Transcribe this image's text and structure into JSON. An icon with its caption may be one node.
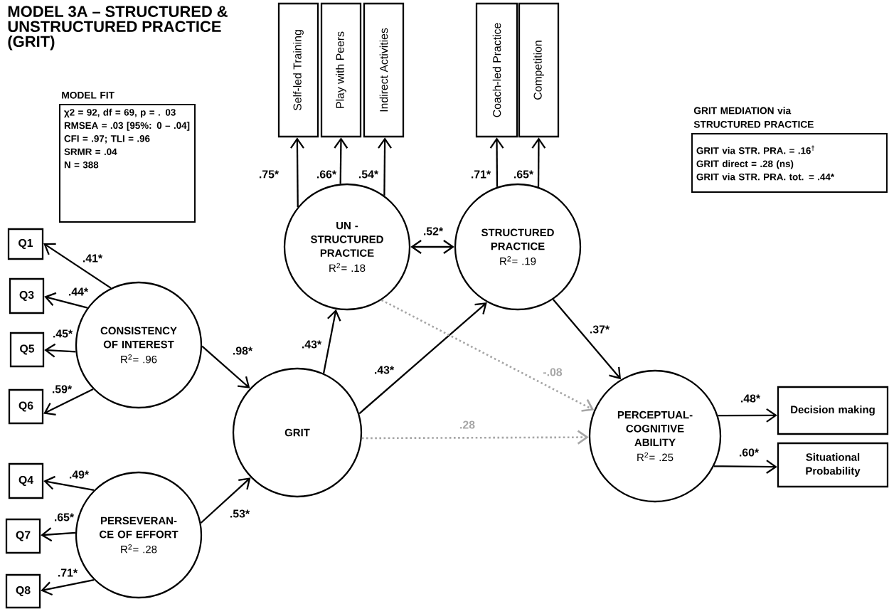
{
  "diagram": {
    "title": "MODEL 3A – STRUCTURED & UNSTRUCTURED PRACTICE (GRIT)",
    "nodes": [
      {
        "text": [
          "MODEL FIT",
          "χ2 = 92, df = 69, p = . 03",
          "RMSEA = .03 [95%: 0 – .04]",
          "CFI = .97; TLI = .96",
          "SRMR = .04",
          "N = 388"
        ]
      },
      {
        "text": [
          "Self-led Training"
        ]
      },
      {
        "text": [
          "Play with Peers"
        ]
      },
      {
        "text": [
          "Indirect Activities"
        ]
      },
      {
        "text": [
          "Coach-led Practice"
        ]
      },
      {
        "text": [
          "Competition"
        ]
      },
      {
        "text": [
          "GRIT MEDIATION via STRUCTURED PRACTICE",
          "GRIT via STR. PRA. = .16$^{†}$",
          "GRIT direct  = .28 (ns)",
          "GRIT via STR. PRA. tot. = .44*"
        ]
      },
      {
        "text": [
          "Q1"
        ]
      },
      {
        "text": [
          "UN - STRUCTURED PRACTICE",
          "R$^{2}$= .18"
        ]
      },
      {
        "text": [
          "STRUCTURED PRACTICE",
          "R$^{2}$= .19"
        ]
      },
      {
        "text": [
          "Q3"
        ]
      },
      {
        "text": [
          "CONSISTENCY OF INTEREST",
          "R$^{2}$= .96"
        ]
      },
      {
        "text": [
          "Q5"
        ]
      },
      {
        "text": [
          "Q6"
        ]
      },
      {
        "text": [
          "GRIT"
        ]
      },
      {
        "text": [
          "PERCEPTUAL- COGNITIVE ABILITY",
          "R$^{2}$= .25"
        ]
      },
      {
        "text": [
          "Decision making"
        ]
      },
      {
        "text": [
          "Situational Probability"
        ]
      },
      {
        "text": [
          "Q4"
        ]
      },
      {
        "text": [
          "PERSEVERAN- CE OF EFFORT",
          "R$^{2}$= .28"
        ]
      },
      {
        "text": [
          "Q7"
        ]
      },
      {
        "text": [
          "Q8"
        ]
      }
    ],
    "edges": [
      {
        "from": 8,
        "to": 1,
        "arrow": "to",
        "label": ".75*"
      },
      {
        "from": 8,
        "to": 2,
        "arrow": "to",
        "label": ".66*"
      },
      {
        "from": 8,
        "to": 3,
        "arrow": "to",
        "label": ".54*"
      },
      {
        "from": 9,
        "to": 4,
        "arrow": "to",
        "label": ".71*"
      },
      {
        "from": 9,
        "to": 5,
        "arrow": "to",
        "label": ".65*"
      },
      {
        "from": 11,
        "to": 7,
        "arrow": "to",
        "label": ".41*"
      },
      {
        "from": 8,
        "to": 9,
        "arrow": "both",
        "label": ".52*"
      },
      {
        "from": 11,
        "to": 10,
        "arrow": "to",
        "label": ".44*"
      },
      {
        "from": 11,
        "to": 12,
        "arrow": "to",
        "label": ".45*"
      },
      {
        "from": 11,
        "to": 13,
        "arrow": "to",
        "label": ".59*"
      },
      {
        "from": 11,
        "to": 14,
        "arrow": "to",
        "label": ".98*"
      },
      {
        "from": 14,
        "to": 8,
        "arrow": "to",
        "label": ".43*"
      },
      {
        "from": 14,
        "to": 9,
        "arrow": "to",
        "label": ".43*"
      },
      {
        "from": 9,
        "to": 15,
        "arrow": "to",
        "label": ".37*"
      },
      {
        "from": 8,
        "to": 15,
        "arrow": "to",
        "label": "-.08",
        "style": "dashed",
        "color": "#a6a6a6"
      },
      {
        "from": 14,
        "to": 15,
        "arrow": "to",
        "label": ".28",
        "style": "dashed",
        "color": "#a6a6a6"
      },
      {
        "from": 15,
        "to": 16,
        "arrow": "to",
        "label": ".48*"
      },
      {
        "from": 15,
        "to": 17,
        "arrow": "to",
        "label": ".60*"
      },
      {
        "from": 19,
        "to": 18,
        "arrow": "to",
        "label": ".49*"
      },
      {
        "from": 19,
        "to": 20,
        "arrow": "to",
        "label": ".65*"
      },
      {
        "from": 19,
        "to": 21,
        "arrow": "to",
        "label": ".71*"
      },
      {
        "from": 19,
        "to": 14,
        "arrow": "to",
        "label": ".53*"
      }
    ]
  }
}
